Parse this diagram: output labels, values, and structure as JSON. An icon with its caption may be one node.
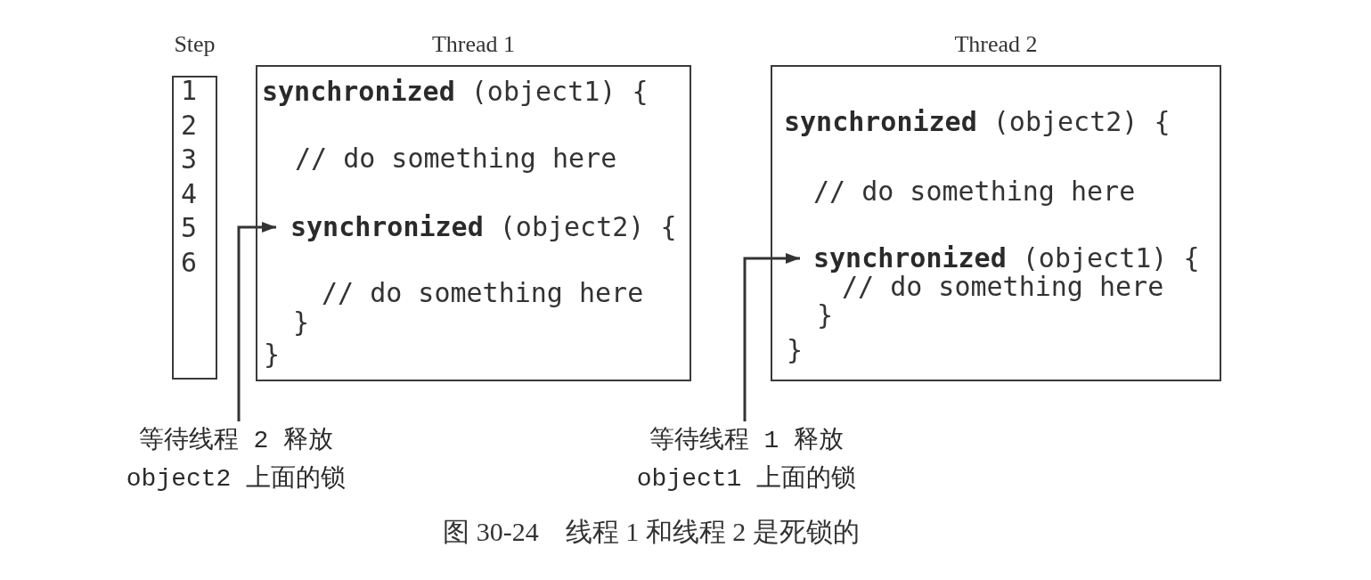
{
  "diagram": {
    "caption": "图 30-24　线程 1 和线程 2 是死锁的",
    "nodes": [
      {
        "text": [
          "Step",
          "1",
          "2",
          "3",
          "4",
          "5",
          "6"
        ]
      },
      {
        "text": [
          "Thread 1",
          "**synchronized** (object1) {",
          "// do something here",
          "// do something here",
          "}",
          "}"
        ]
      },
      {
        "text": [
          "**synchronized** (object2) {"
        ],
        "in": 1
      },
      {
        "text": [
          "Thread 2",
          "**synchronized** (object2) {",
          "// do something here",
          "// do something here",
          "}",
          "}"
        ]
      },
      {
        "text": [
          "**synchronized** (object1) {"
        ],
        "in": 3
      },
      {
        "text": [
          "等待线程 2 释放 object2 上面的锁"
        ]
      },
      {
        "text": [
          "等待线程 1 释放 object1 上面的锁"
        ]
      }
    ],
    "edges": [
      {
        "from": 5,
        "to": 2,
        "arrow": "to"
      },
      {
        "from": 6,
        "to": 4,
        "arrow": "to"
      }
    ]
  }
}
